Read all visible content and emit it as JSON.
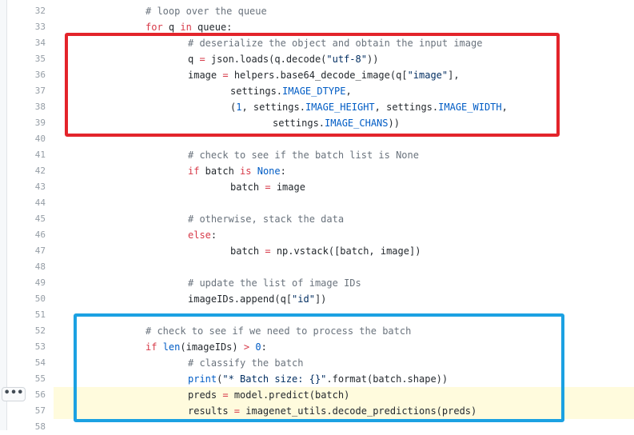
{
  "colors": {
    "comment": "#6a737d",
    "keyword": "#d73a49",
    "constant": "#005cc5",
    "string": "#032f62",
    "text": "#24292e",
    "line_number": "#959da5",
    "highlight_bg": "#fffbdd",
    "annotation_red": "#e3242b",
    "annotation_blue": "#1ba1e2"
  },
  "toolbar": {
    "ellipsis_label": "•••"
  },
  "lines": [
    {
      "num": "32",
      "tokens": [
        {
          "t": "# loop over the queue",
          "c": "cm"
        }
      ]
    },
    {
      "num": "33",
      "tokens": [
        {
          "t": "for",
          "c": "kw"
        },
        {
          "t": " q "
        },
        {
          "t": "in",
          "c": "kw"
        },
        {
          "t": " queue:"
        }
      ]
    },
    {
      "num": "34",
      "tokens": [
        {
          "t": "# deserialize the object and obtain the input image",
          "c": "cm"
        }
      ]
    },
    {
      "num": "35",
      "tokens": [
        {
          "t": "q "
        },
        {
          "t": "=",
          "c": "kw"
        },
        {
          "t": " json.loads(q.decode("
        },
        {
          "t": "\"utf-8\"",
          "c": "s"
        },
        {
          "t": "))"
        }
      ]
    },
    {
      "num": "36",
      "tokens": [
        {
          "t": "image "
        },
        {
          "t": "=",
          "c": "kw"
        },
        {
          "t": " helpers.base64_decode_image(q["
        },
        {
          "t": "\"image\"",
          "c": "s"
        },
        {
          "t": "],"
        }
      ]
    },
    {
      "num": "37",
      "tokens": [
        {
          "t": "settings."
        },
        {
          "t": "IMAGE_DTYPE",
          "c": "c"
        },
        {
          "t": ","
        }
      ]
    },
    {
      "num": "38",
      "tokens": [
        {
          "t": "("
        },
        {
          "t": "1",
          "c": "c"
        },
        {
          "t": ", settings."
        },
        {
          "t": "IMAGE_HEIGHT",
          "c": "c"
        },
        {
          "t": ", settings."
        },
        {
          "t": "IMAGE_WIDTH",
          "c": "c"
        },
        {
          "t": ","
        }
      ]
    },
    {
      "num": "39",
      "tokens": [
        {
          "t": "settings."
        },
        {
          "t": "IMAGE_CHANS",
          "c": "c"
        },
        {
          "t": "))"
        }
      ]
    },
    {
      "num": "40",
      "tokens": []
    },
    {
      "num": "41",
      "tokens": [
        {
          "t": "# check to see if the batch list is None",
          "c": "cm"
        }
      ]
    },
    {
      "num": "42",
      "tokens": [
        {
          "t": "if",
          "c": "kw"
        },
        {
          "t": " batch "
        },
        {
          "t": "is",
          "c": "kw"
        },
        {
          "t": " "
        },
        {
          "t": "None",
          "c": "c"
        },
        {
          "t": ":"
        }
      ]
    },
    {
      "num": "43",
      "tokens": [
        {
          "t": "batch "
        },
        {
          "t": "=",
          "c": "kw"
        },
        {
          "t": " image"
        }
      ]
    },
    {
      "num": "44",
      "tokens": []
    },
    {
      "num": "45",
      "tokens": [
        {
          "t": "# otherwise, stack the data",
          "c": "cm"
        }
      ]
    },
    {
      "num": "46",
      "tokens": [
        {
          "t": "else",
          "c": "kw"
        },
        {
          "t": ":"
        }
      ]
    },
    {
      "num": "47",
      "tokens": [
        {
          "t": "batch "
        },
        {
          "t": "=",
          "c": "kw"
        },
        {
          "t": " np.vstack([batch, image])"
        }
      ]
    },
    {
      "num": "48",
      "tokens": []
    },
    {
      "num": "49",
      "tokens": [
        {
          "t": "# update the list of image IDs",
          "c": "cm"
        }
      ]
    },
    {
      "num": "50",
      "tokens": [
        {
          "t": "imageIDs.append(q["
        },
        {
          "t": "\"id\"",
          "c": "s"
        },
        {
          "t": "])"
        }
      ]
    },
    {
      "num": "51",
      "tokens": []
    },
    {
      "num": "52",
      "tokens": [
        {
          "t": "# check to see if we need to process the batch",
          "c": "cm"
        }
      ]
    },
    {
      "num": "53",
      "tokens": [
        {
          "t": "if",
          "c": "kw"
        },
        {
          "t": " "
        },
        {
          "t": "len",
          "c": "c"
        },
        {
          "t": "(imageIDs) "
        },
        {
          "t": ">",
          "c": "kw"
        },
        {
          "t": " "
        },
        {
          "t": "0",
          "c": "c"
        },
        {
          "t": ":"
        }
      ]
    },
    {
      "num": "54",
      "tokens": [
        {
          "t": "# classify the batch",
          "c": "cm"
        }
      ]
    },
    {
      "num": "55",
      "tokens": [
        {
          "t": "print",
          "c": "c"
        },
        {
          "t": "("
        },
        {
          "t": "\"* Batch size: {}\"",
          "c": "s"
        },
        {
          "t": ".format(batch.shape))"
        }
      ]
    },
    {
      "num": "56",
      "tokens": [
        {
          "t": "preds "
        },
        {
          "t": "=",
          "c": "kw"
        },
        {
          "t": " model.predict(batch)"
        }
      ]
    },
    {
      "num": "57",
      "tokens": [
        {
          "t": "results "
        },
        {
          "t": "=",
          "c": "kw"
        },
        {
          "t": " imagenet_utils.decode_predictions(preds)"
        }
      ]
    },
    {
      "num": "58",
      "tokens": []
    }
  ]
}
